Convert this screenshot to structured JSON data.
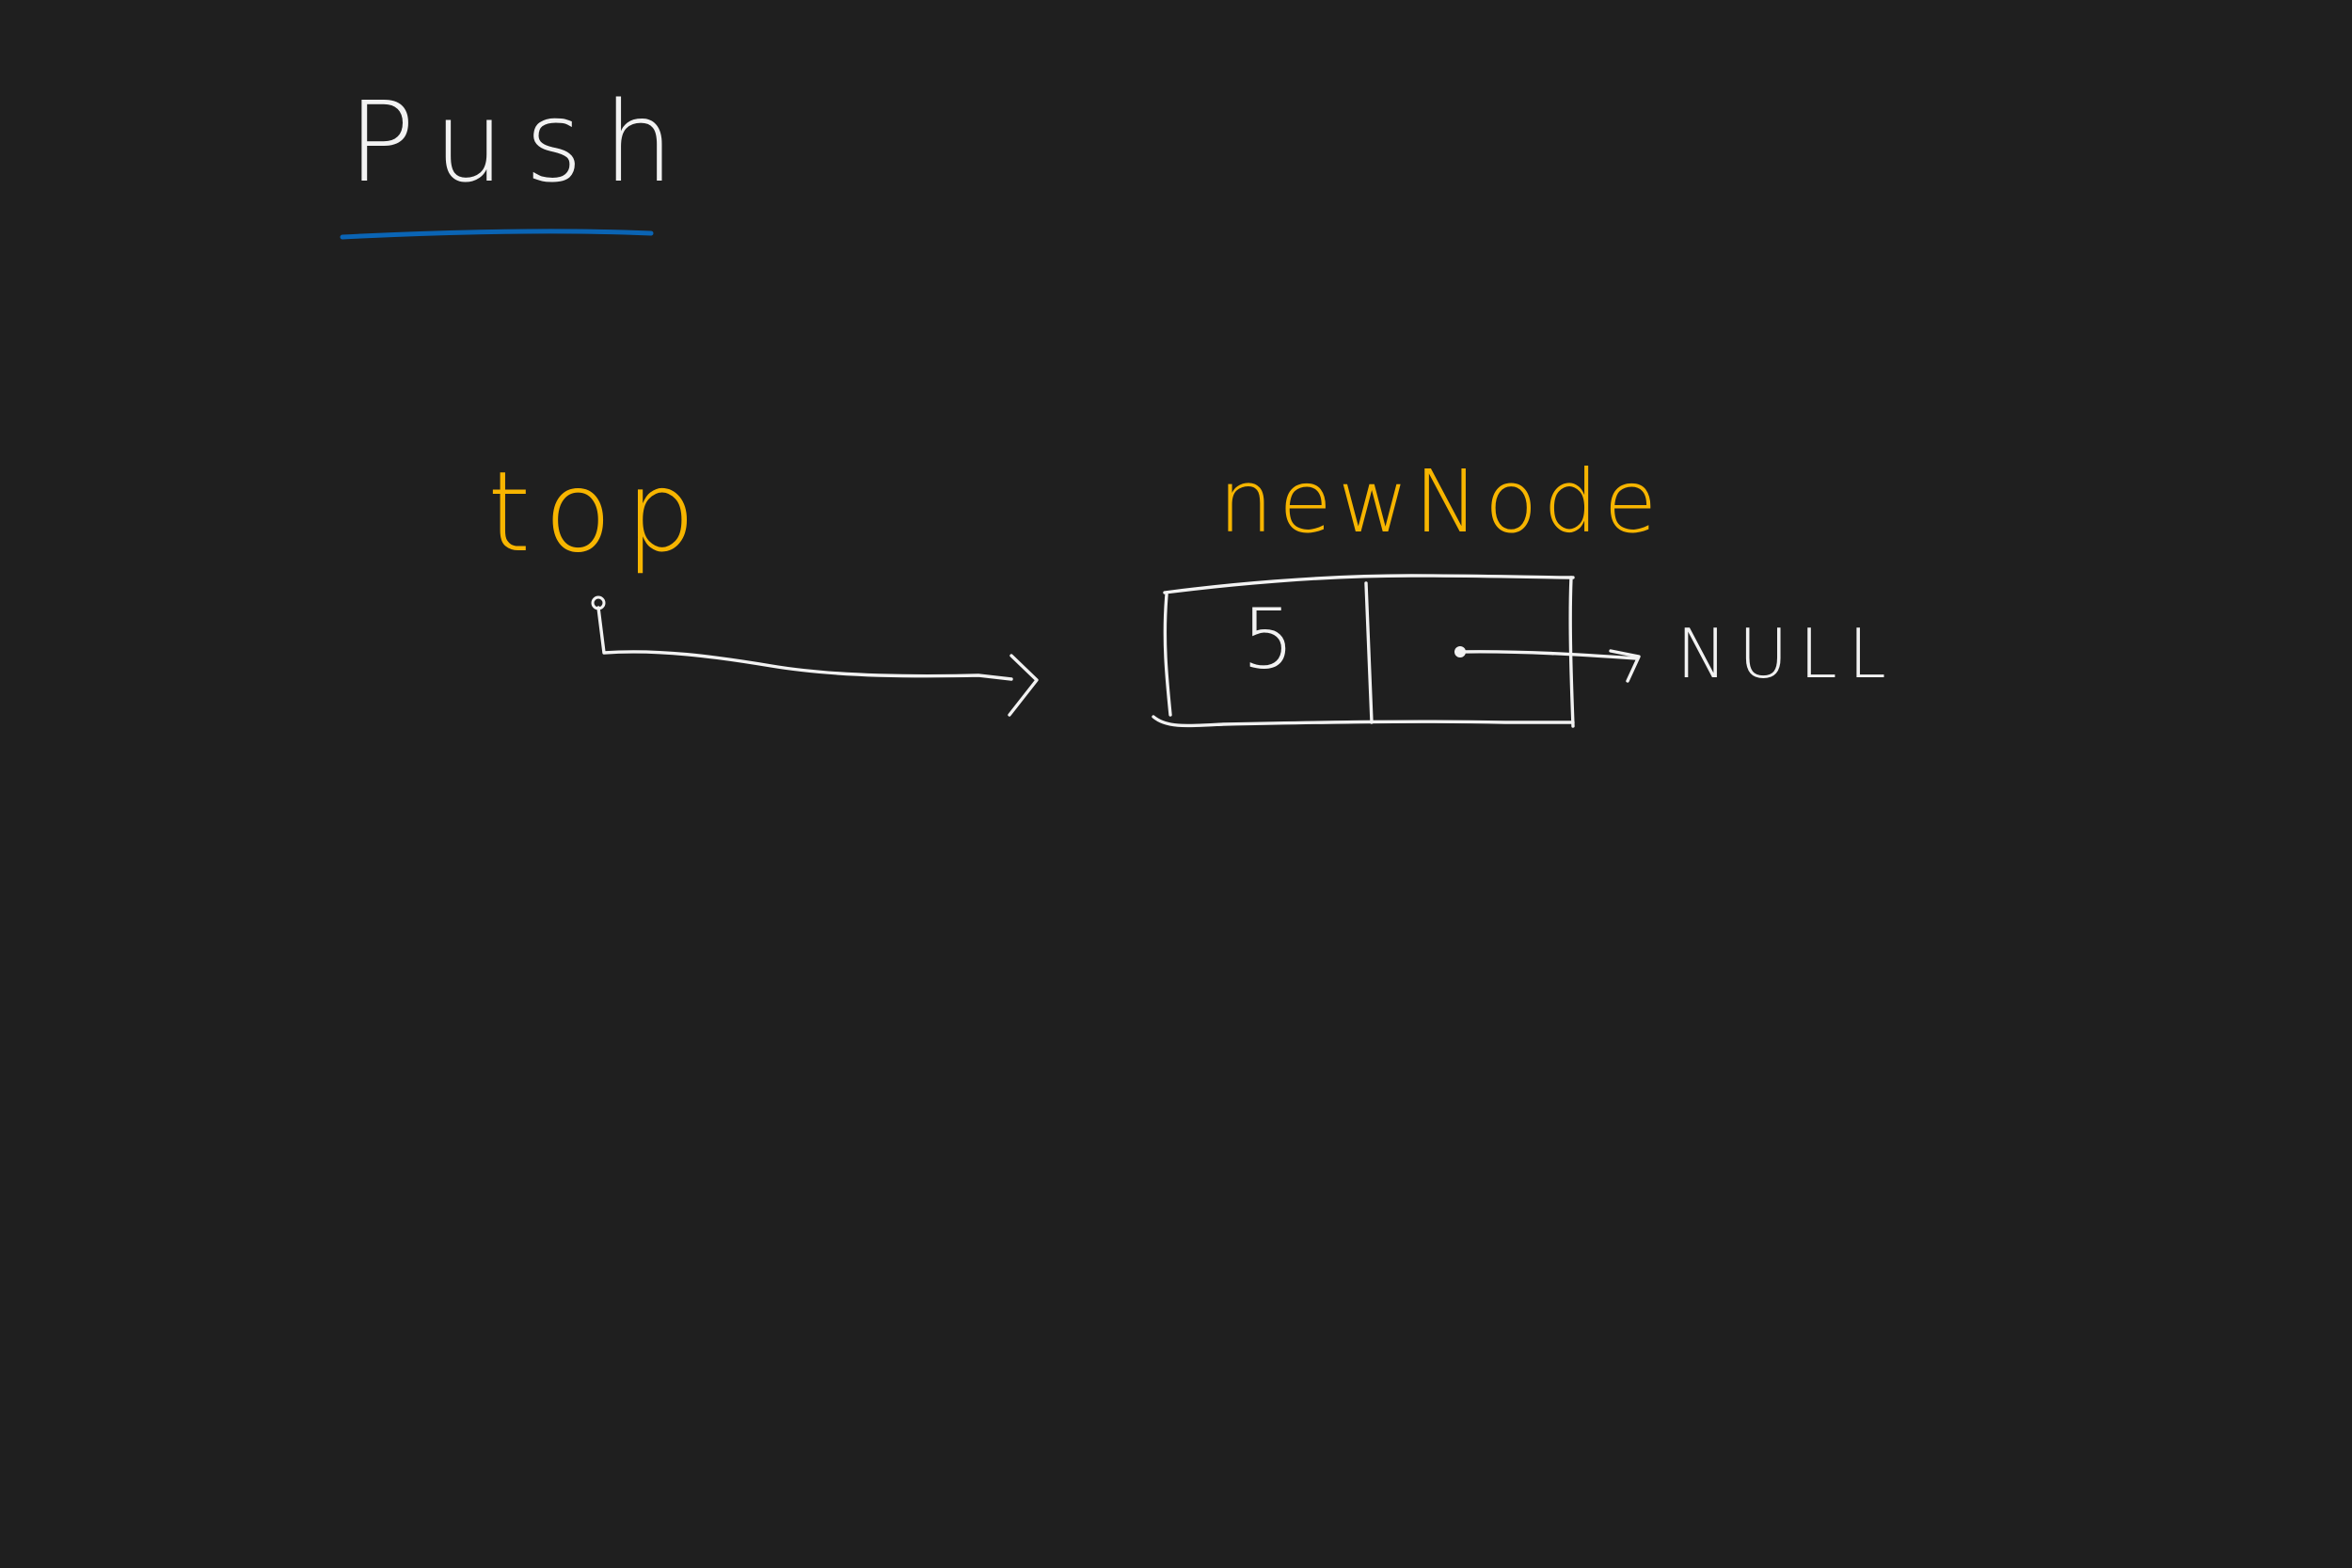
{
  "title": "Push",
  "labels": {
    "top_pointer": "top",
    "new_node": "newNode",
    "null_terminal": "NULL"
  },
  "node": {
    "data_value": "5"
  },
  "colors": {
    "background": "#1f1f1f",
    "ink_white": "#f2f2f2",
    "ink_yellow": "#f7b500",
    "underline_blue": "#0a64b4"
  }
}
